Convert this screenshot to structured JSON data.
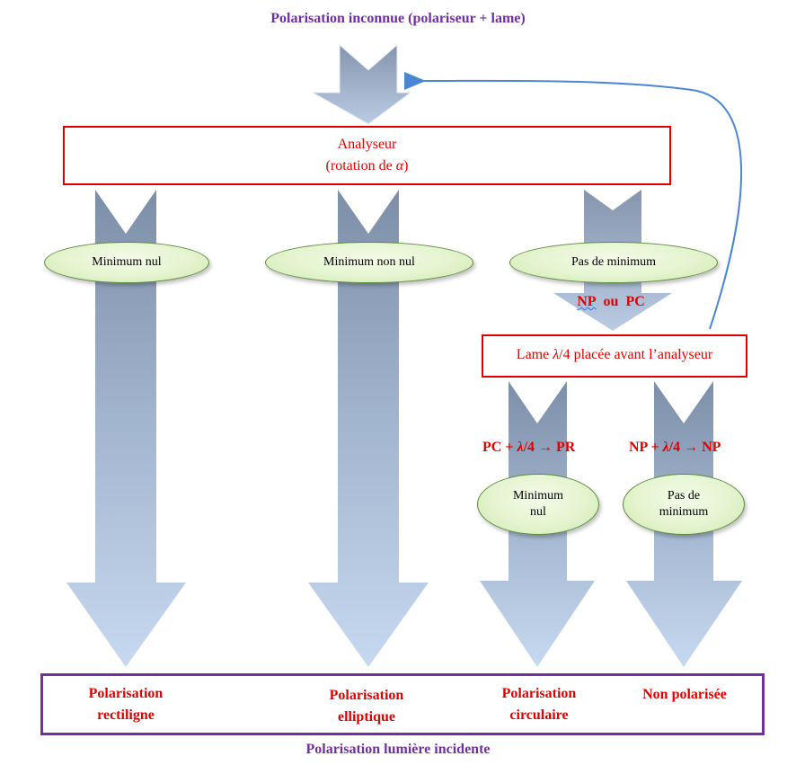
{
  "header": {
    "title": "Polarisation inconnue (polariseur + lame)"
  },
  "analyseur": {
    "line1": "Analyseur",
    "line2_prefix": "(rotation de ",
    "line2_symbol": "α",
    "line2_suffix": ")"
  },
  "branches": {
    "minimum_nul": "Minimum nul",
    "minimum_non_nul": "Minimum non nul",
    "pas_de_minimum": "Pas de minimum",
    "np_ou_pc": {
      "np": "NP",
      "ou": "ou",
      "pc": "PC"
    }
  },
  "lame": {
    "prefix": "Lame ",
    "symbol": "λ",
    "suffix": "/4 placée avant l’analyseur"
  },
  "transforms": {
    "left": {
      "a": "PC + ",
      "symbol": "λ",
      "b": "/4 → PR"
    },
    "right": {
      "a": "NP + ",
      "symbol": "λ",
      "b": "/4 → NP"
    }
  },
  "sub_results": {
    "minimum_nul": {
      "line1": "Minimum",
      "line2": "nul"
    },
    "pas_de_minimum": {
      "line1": "Pas de",
      "line2": "minimum"
    }
  },
  "results": {
    "rectiligne": {
      "line1": "Polarisation",
      "line2": "rectiligne"
    },
    "elliptique": {
      "line1": "Polarisation",
      "line2": "elliptique"
    },
    "circulaire": {
      "line1": "Polarisation",
      "line2": "circulaire"
    },
    "non_polarisee": {
      "line1": "Non polarisée"
    }
  },
  "footer": {
    "title": "Polarisation lumière incidente"
  },
  "colors": {
    "title": "#7030a0",
    "red": "#e00000",
    "arrow_top": "#7d8ea8",
    "arrow_bottom": "#c6d9f0",
    "feedback": "#4a86d4",
    "ellipse_fill": "#e4f4cf",
    "ellipse_border": "#5b8a3a"
  }
}
